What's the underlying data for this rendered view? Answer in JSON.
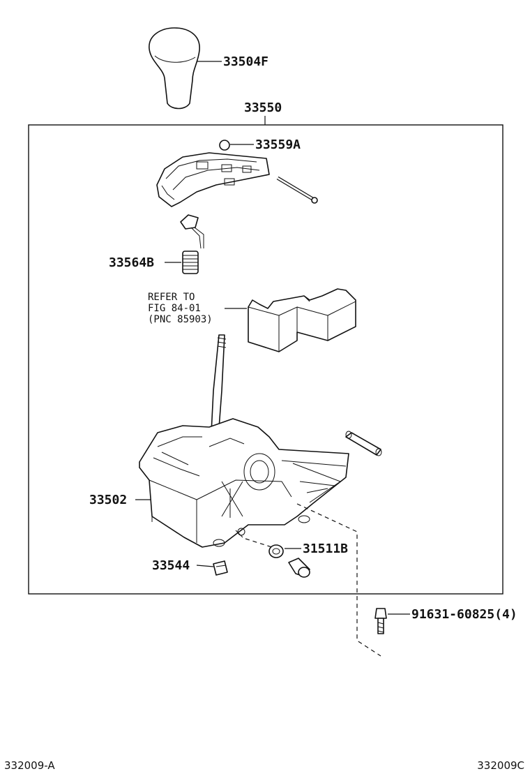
{
  "labels": {
    "knob": "33504F",
    "assembly": "33550",
    "clip": "33559A",
    "spring": "33564B",
    "refer_line1": "REFER TO",
    "refer_line2": "FIG 84-01",
    "refer_line3": "(PNC 85903)",
    "housing": "33502",
    "stopper": "31511B",
    "bushing": "33544",
    "bolt": "91631-60825(4)"
  },
  "footer": {
    "left": "332009-A",
    "right": "332009C"
  }
}
